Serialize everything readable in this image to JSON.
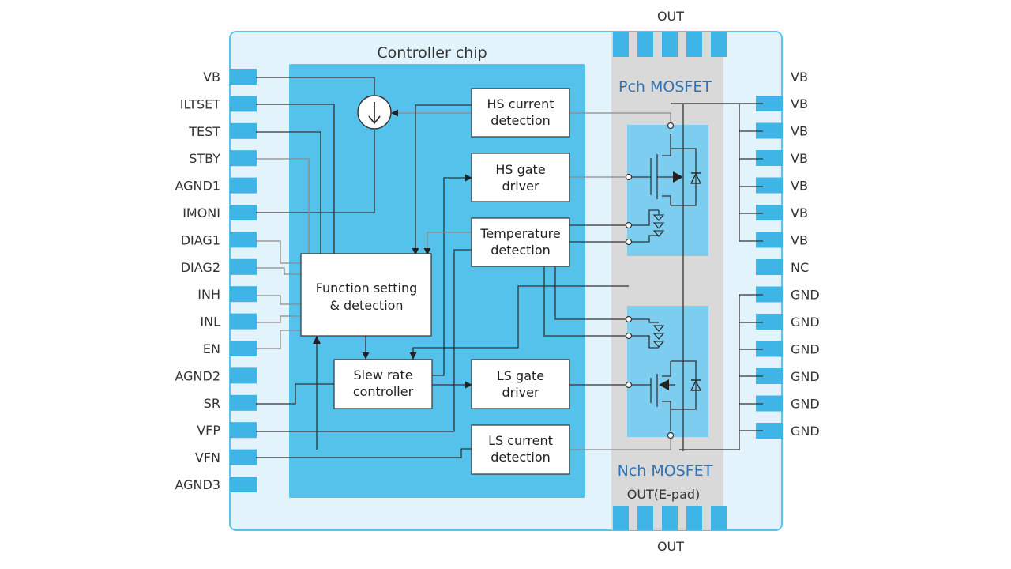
{
  "chip_title": "Controller chip",
  "out_top": "OUT",
  "out_bottom": "OUT",
  "out_epad": "OUT(E-pad)",
  "pch_label": "Pch MOSFET",
  "nch_label": "Nch MOSFET",
  "left_pins": [
    "VB",
    "ILTSET",
    "TEST",
    "STBY",
    "AGND1",
    "IMONI",
    "DIAG1",
    "DIAG2",
    "INH",
    "INL",
    "EN",
    "AGND2",
    "SR",
    "VFP",
    "VFN",
    "AGND3"
  ],
  "right_pins": [
    "VB",
    "VB",
    "VB",
    "VB",
    "VB",
    "VB",
    "VB",
    "NC",
    "GND",
    "GND",
    "GND",
    "GND",
    "GND",
    "GND"
  ],
  "blocks": {
    "hs_current": [
      "HS current",
      "detection"
    ],
    "hs_gate": [
      "HS gate",
      "driver"
    ],
    "temperature": [
      "Temperature",
      "detection"
    ],
    "function": [
      "Function setting",
      "& detection"
    ],
    "slew": [
      "Slew rate",
      "controller"
    ],
    "ls_gate": [
      "LS gate",
      "driver"
    ],
    "ls_current": [
      "LS current",
      "detection"
    ]
  },
  "colors": {
    "package_fill": "#e3f3fb",
    "package_border": "#5bc2ea",
    "chip_fill": "#55c2ec",
    "pin_fill": "#3fb4e6",
    "mosfet_area": "#d9d9d9",
    "mosfet_die": "#7dcdf0",
    "fet_label": "#2e74b5"
  }
}
